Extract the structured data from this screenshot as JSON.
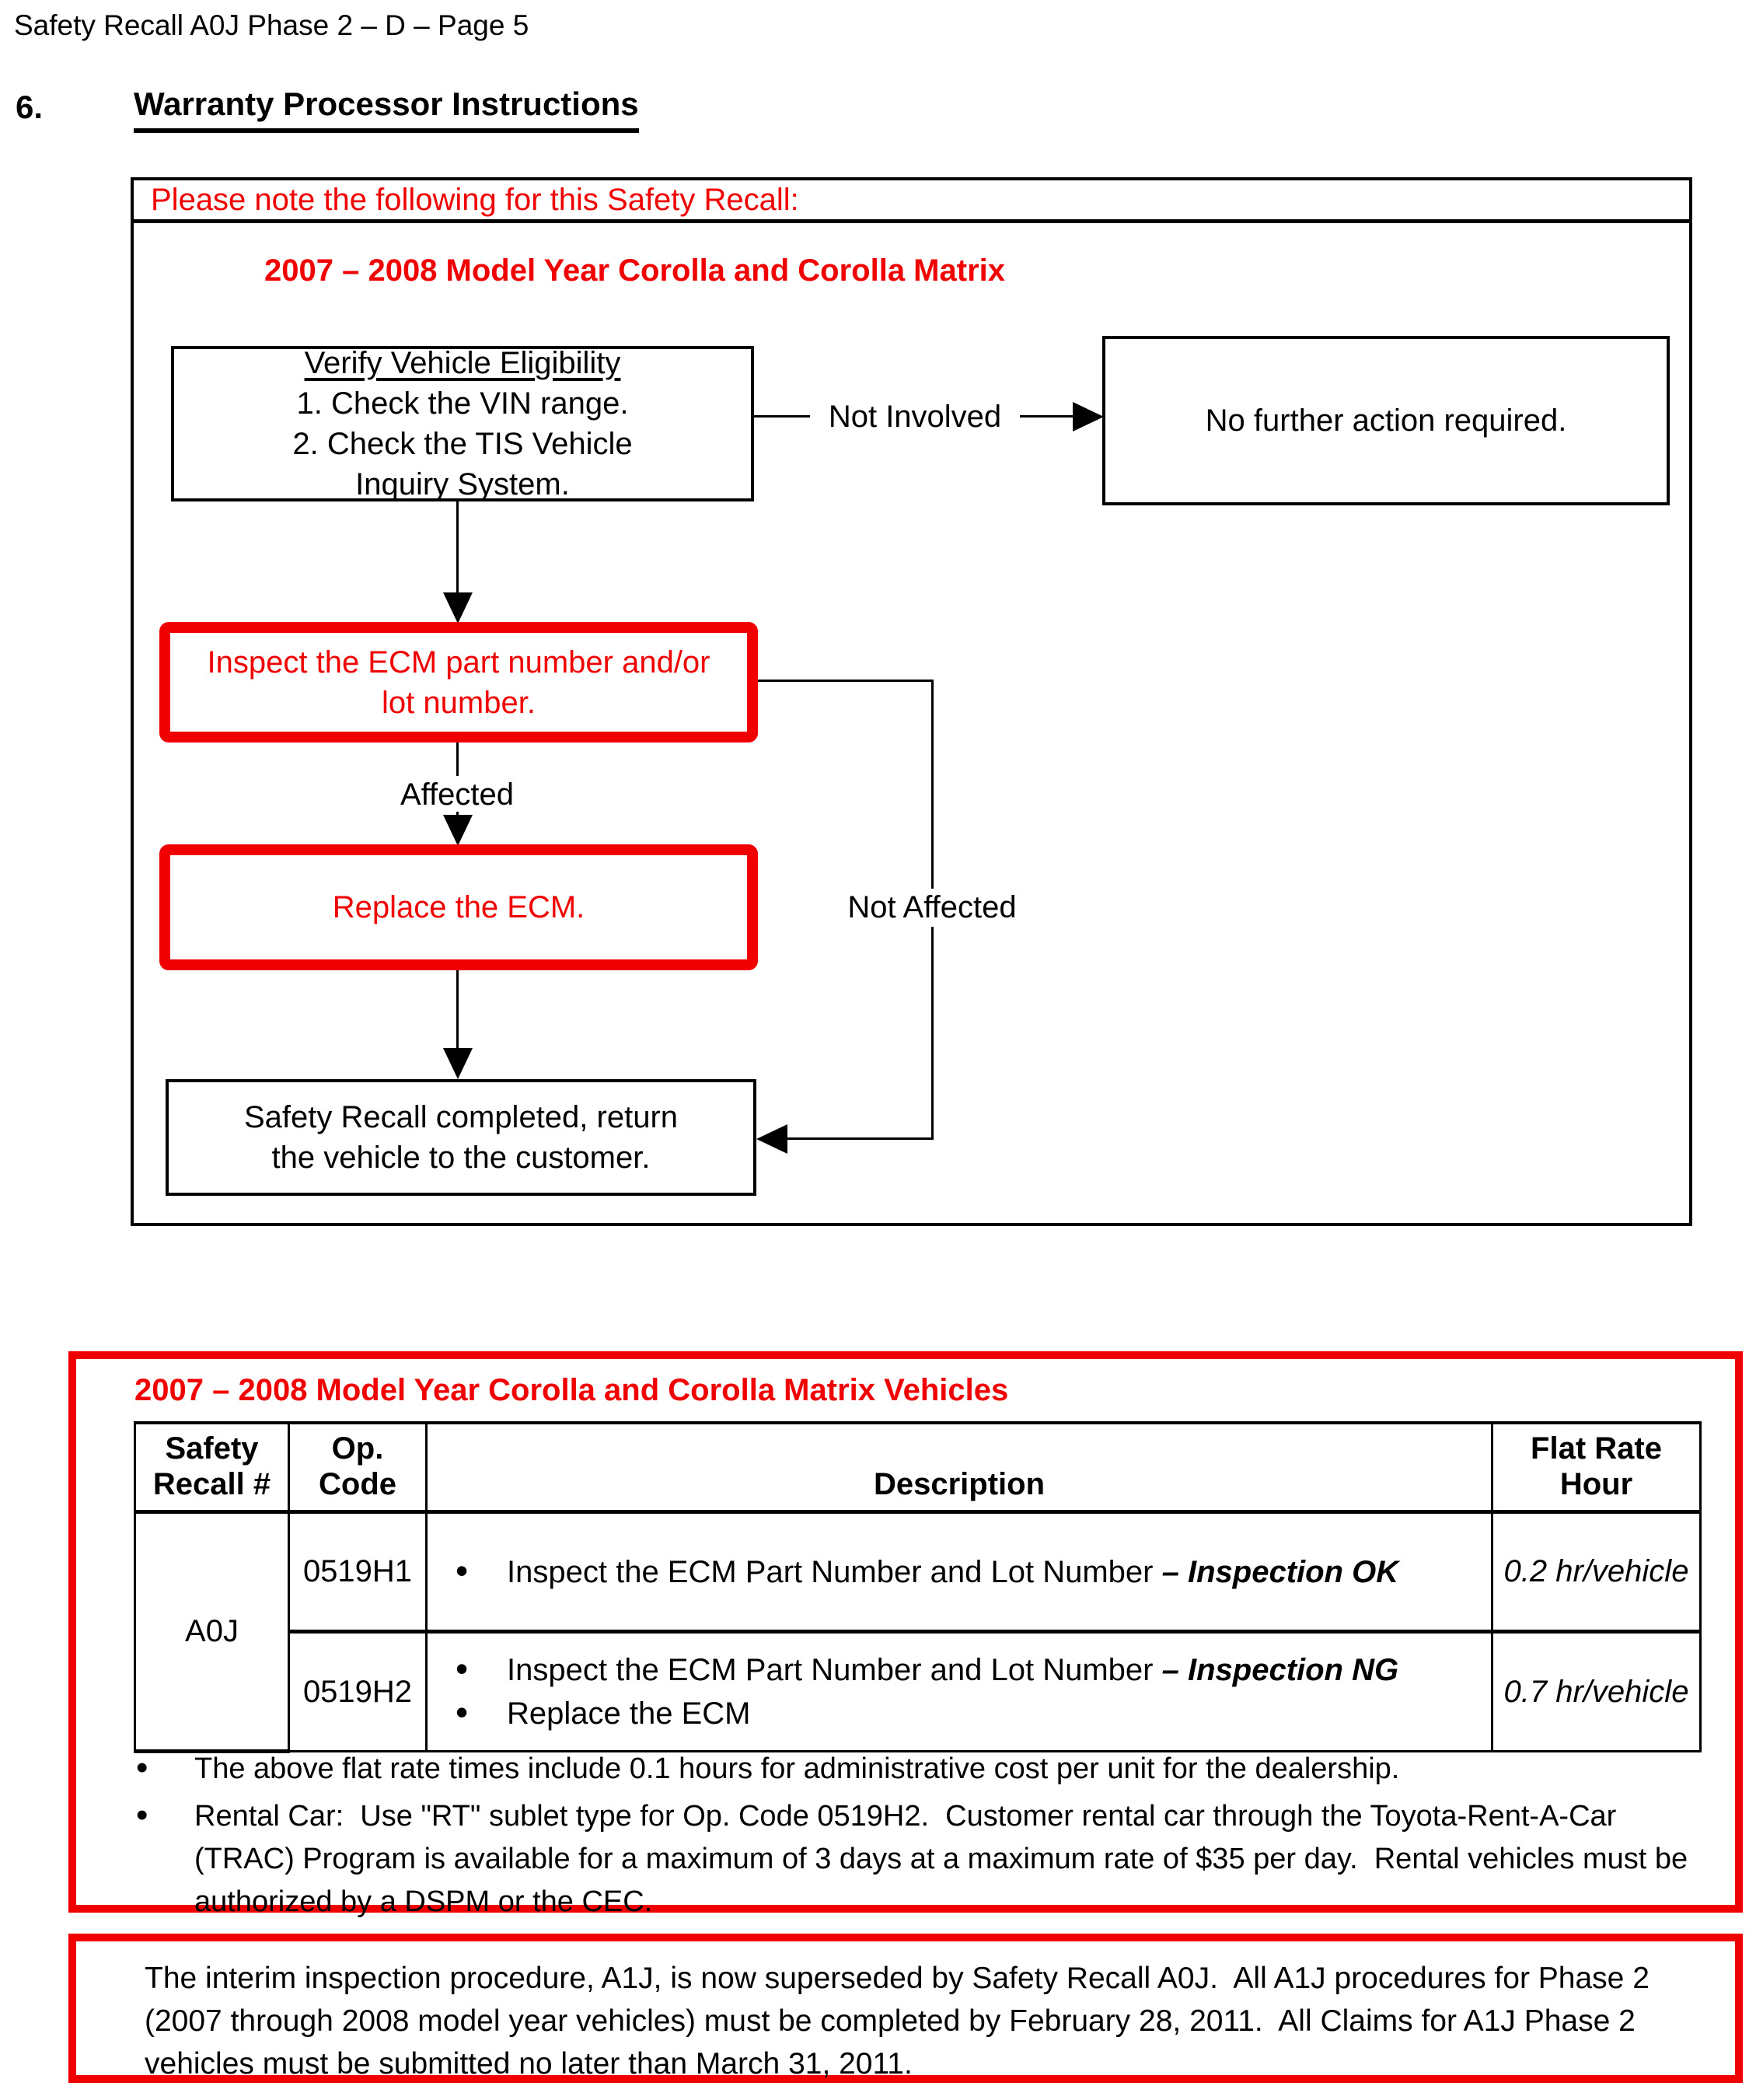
{
  "page_header": "Safety Recall A0J Phase 2 – D – Page 5",
  "section": {
    "number": "6.",
    "title": "Warranty Processor Instructions"
  },
  "flowchart": {
    "note_header": "Please note the following for this Safety Recall:",
    "subtitle": "2007 – 2008 Model Year Corolla and Corolla Matrix",
    "verify_box": {
      "title": "Verify Vehicle Eligibility",
      "step1": "1. Check the VIN range.",
      "step2": "2. Check the TIS Vehicle",
      "step2_cont": "Inquiry System."
    },
    "labels": {
      "not_involved": "Not Involved",
      "affected": "Affected",
      "not_affected": "Not Affected"
    },
    "no_action_box": "No further action required.",
    "inspect_box": {
      "line1": "Inspect the ECM part number and/or",
      "line2": "lot number."
    },
    "replace_box": "Replace the ECM.",
    "completed_box": {
      "line1": "Safety Recall completed, return",
      "line2": "the vehicle to the customer."
    }
  },
  "warranty_section": {
    "title": "2007 – 2008 Model Year Corolla and Corolla Matrix Vehicles",
    "table": {
      "headers": {
        "recall_l1": "Safety",
        "recall_l2": "Recall #",
        "op_l1": "Op.",
        "op_l2": "Code",
        "description": "Description",
        "rate_l1": "Flat Rate",
        "rate_l2": "Hour"
      },
      "recall_number": "A0J",
      "rows": [
        {
          "op_code": "0519H1",
          "bullets": [
            {
              "plain": "Inspect the ECM Part Number and Lot Number ",
              "emph": "– Inspection OK"
            }
          ],
          "flat_rate": "0.2 hr/vehicle"
        },
        {
          "op_code": "0519H2",
          "bullets": [
            {
              "plain": "Inspect the ECM Part Number and Lot Number ",
              "emph": "– Inspection NG"
            },
            {
              "plain": "Replace the ECM",
              "emph": ""
            }
          ],
          "flat_rate": "0.7 hr/vehicle"
        }
      ]
    },
    "notes": [
      "The above flat rate times include 0.1 hours for administrative cost per unit for the dealership.",
      "Rental Car:  Use \"RT\" sublet type for Op. Code 0519H2.  Customer rental car through the Toyota-Rent-A-Car (TRAC) Program is available for a maximum of 3 days at a maximum rate of $35 per day.  Rental vehicles must be authorized by a DSPM or the CEC."
    ]
  },
  "interim_note": "The interim inspection procedure, A1J, is now superseded by Safety Recall A0J.  All A1J procedures for Phase 2 (2007 through 2008 model year vehicles) must be completed by February 28, 2011.  All Claims for A1J Phase 2 vehicles must be submitted no later than March 31, 2011.",
  "colors": {
    "accent_red": "#F00000",
    "text_black": "#000000",
    "background": "#FFFFFF"
  }
}
